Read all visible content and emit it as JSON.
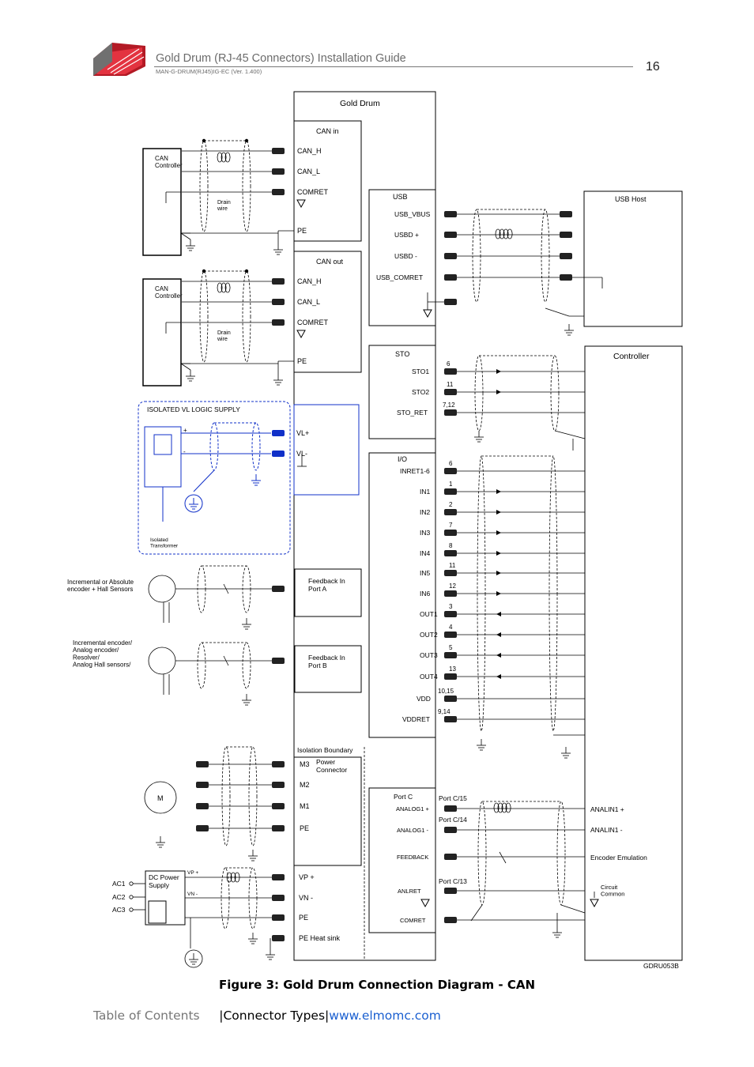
{
  "header": {
    "title": "Gold Drum (RJ-45 Connectors) Installation Guide",
    "subtitle": "MAN-G-DRUM(RJ45)IG-EC (Ver. 1.400)",
    "page_number": "16"
  },
  "diagram": {
    "main_box": "Gold Drum",
    "can_in": {
      "title": "CAN in",
      "pins": [
        "CAN_H",
        "CAN_L",
        "COMRET",
        "PE"
      ]
    },
    "can_out": {
      "title": "CAN out",
      "pins": [
        "CAN_H",
        "CAN_L",
        "COMRET",
        "PE"
      ]
    },
    "can_controller": "CAN\nController",
    "drain_wire": "Drain\nwire",
    "usb": {
      "title": "USB",
      "pins": [
        "USB_VBUS",
        "USBD +",
        "USBD -",
        "USB_COMRET"
      ]
    },
    "usb_host": "USB Host",
    "controller": "Controller",
    "sto": {
      "title": "STO",
      "pins": [
        "STO1",
        "STO2",
        "STO_RET"
      ],
      "nums": [
        "6",
        "11",
        "7,12"
      ]
    },
    "io": {
      "title": "I/O",
      "pins": [
        "INRET1-6",
        "IN1",
        "IN2",
        "IN3",
        "IN4",
        "IN5",
        "IN6",
        "OUT1",
        "OUT2",
        "OUT3",
        "OUT4",
        "VDD",
        "VDDRET"
      ],
      "nums": [
        "6",
        "1",
        "2",
        "7",
        "8",
        "11",
        "12",
        "3",
        "4",
        "5",
        "13",
        "10,15",
        "9,14"
      ]
    },
    "vl_supply": {
      "title": "ISOLATED VL LOGIC SUPPLY",
      "pins": [
        "VL+",
        "VL-"
      ],
      "transformer": "Isolated\nTransformer",
      "plus": "+",
      "minus": "-"
    },
    "feedback_a": {
      "title": "Feedback In\nPort A",
      "device": "Incremental or Absolute\nencoder + Hall Sensors"
    },
    "feedback_b": {
      "title": "Feedback In\nPort B",
      "device": "Incremental encoder/\nAnalog encoder/\nResolver/\nAnalog Hall sensors/"
    },
    "power": {
      "boundary": "Isolation Boundary",
      "connector": "Power\nConnector",
      "pins": [
        "M3",
        "M2",
        "M1",
        "PE"
      ],
      "motor": "M"
    },
    "dc": {
      "title": "DC Power\nSupply",
      "pins": [
        "VP +",
        "VN -",
        "PE",
        "PE  Heat sink"
      ],
      "ac": [
        "AC1",
        "AC2",
        "AC3"
      ],
      "vp": "VP +",
      "vn": "VN -"
    },
    "port_c": {
      "title": "Port C",
      "pins": [
        "ANALOG1 +",
        "ANALOG1 -",
        "FEEDBACK",
        "ANLRET",
        "COMRET"
      ],
      "labels": [
        "Port C/15",
        "Port C/14",
        "Port C/13"
      ],
      "ctrl": [
        "ANALIN1 +",
        "ANALIN1 -",
        "Encoder Emulation",
        "Circuit\nCommon"
      ]
    },
    "ref": "GDRU053B"
  },
  "caption": "Figure 3: Gold Drum Connection Diagram - CAN",
  "footer": {
    "toc": "Table of Contents",
    "connector": "Connector Types",
    "link": "www.elmomc.com"
  },
  "colors": {
    "blue": "#1030c8",
    "header_gray": "#6b6b6b",
    "logo_red": "#d4202e",
    "link": "#1a5fd0"
  }
}
